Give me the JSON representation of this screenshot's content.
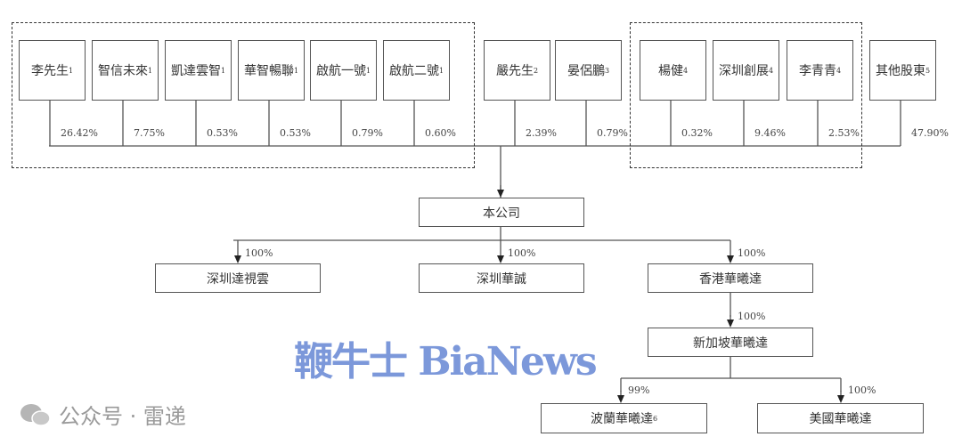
{
  "shareholders": [
    {
      "name": "李先生",
      "note": "1",
      "pct": "26.42%"
    },
    {
      "name": "智信未來",
      "note": "1",
      "pct": "7.75%"
    },
    {
      "name": "凱達雲智",
      "note": "1",
      "pct": "0.53%"
    },
    {
      "name": "華智暢聯",
      "note": "1",
      "pct": "0.53%"
    },
    {
      "name": "啟航一號",
      "note": "1",
      "pct": "0.79%"
    },
    {
      "name": "啟航二號",
      "note": "1",
      "pct": "0.60%"
    },
    {
      "name": "嚴先生",
      "note": "2",
      "pct": "2.39%"
    },
    {
      "name": "晏侶鵬",
      "note": "3",
      "pct": "0.79%"
    },
    {
      "name": "楊健",
      "note": "4",
      "pct": "0.32%"
    },
    {
      "name": "深圳創展",
      "note": "4",
      "pct": "9.46%"
    },
    {
      "name": "李青青",
      "note": "4",
      "pct": "2.53%"
    },
    {
      "name": "其他股東",
      "note": "5",
      "pct": "47.90%"
    }
  ],
  "company": "本公司",
  "subsidiaries": [
    {
      "name": "深圳達視雲",
      "note": "",
      "pct": "100%"
    },
    {
      "name": "深圳華誠",
      "note": "",
      "pct": "100%"
    },
    {
      "name": "香港華曦達",
      "note": "",
      "pct": "100%"
    },
    {
      "name": "新加坡華曦達",
      "note": "",
      "pct": "100%"
    },
    {
      "name": "波蘭華曦達",
      "note": "6",
      "pct": "99%"
    },
    {
      "name": "美國華曦達",
      "note": "",
      "pct": "100%"
    }
  ],
  "watermarks": {
    "bianews": "鞭牛士 BiaNews",
    "wechat": "公众号 · 雷递"
  }
}
